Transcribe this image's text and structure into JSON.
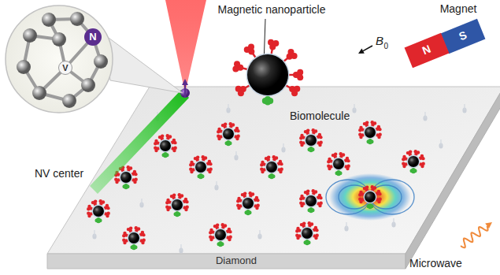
{
  "diagram": {
    "nodes": [
      {
        "text": [
          "NV center"
        ]
      },
      {
        "text": [
          "N"
        ],
        "in": 0
      },
      {
        "text": [
          "V"
        ],
        "in": 0
      },
      {
        "text": [
          "S"
        ]
      },
      {
        "text": [
          "N"
        ]
      },
      {
        "text": [
          "Diamond"
        ]
      }
    ],
    "labels": [
      "Magnetic nanoparticle",
      "Biomolecule",
      "Magnet",
      "B",
      "0",
      "Microwave"
    ]
  }
}
